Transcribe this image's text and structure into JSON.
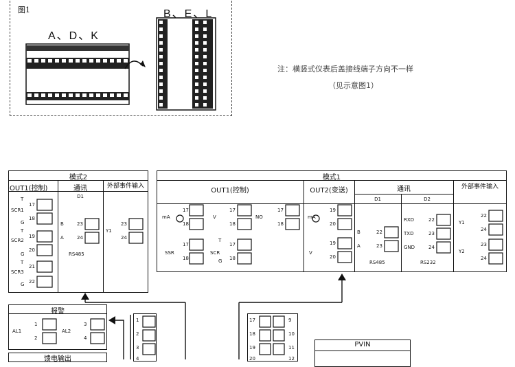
{
  "figure1": {
    "label": "图1",
    "group_left": "A、D、K",
    "group_right": "B、E、L",
    "note_line1": "注：横竖式仪表后盖接线端子方向不一样",
    "note_line2": "（见示意图1）"
  },
  "mode2": {
    "title": "模式2",
    "col_out1": "OUT1(控制)",
    "col_comm": "通讯",
    "col_ext": "外部事件输入",
    "sub_d1": "D1",
    "scr_labels": [
      "SCR1",
      "SCR2",
      "SCR3"
    ],
    "t_label": "T",
    "g_label": "G",
    "terms_left": [
      "17",
      "18",
      "19",
      "20",
      "21",
      "22"
    ],
    "b_label": "B",
    "a_label": "A",
    "terms_comm": [
      "23",
      "24"
    ],
    "rs485": "RS485",
    "y1": "Y1",
    "terms_ext": [
      "23",
      "24"
    ]
  },
  "mode1": {
    "title": "模式1",
    "col_out1": "OUT1(控制)",
    "col_out2": "OUT2(变送)",
    "col_comm": "通讯",
    "col_ext": "外部事件输入",
    "sub_d1": "D1",
    "sub_d2": "D2",
    "ma": "mA",
    "v": "V",
    "no": "NO",
    "ssr": "SSR",
    "scr": "SCR",
    "t_label": "T",
    "g_label": "G",
    "terms_17": "17",
    "terms_18": "18",
    "terms_19": "19",
    "terms_20": "20",
    "rxd": "RXD",
    "txd": "TXD",
    "gnd": "GND",
    "b_label": "B",
    "a_label": "A",
    "terms_22": "22",
    "terms_23": "23",
    "terms_24": "24",
    "rs485": "RS485",
    "rs232": "RS232",
    "y1": "Y1",
    "y2": "Y2"
  },
  "alarm": {
    "title": "报警",
    "al1": "AL1",
    "al2": "AL2",
    "terms": [
      "1",
      "2",
      "3",
      "4"
    ]
  },
  "relay": {
    "title": "馈电输出"
  },
  "strip_left": {
    "terms": [
      "1",
      "2",
      "3",
      "4"
    ]
  },
  "strip_right": {
    "terms_left": [
      "17",
      "18",
      "19",
      "20"
    ],
    "terms_right": [
      "9",
      "10",
      "11",
      "12"
    ]
  },
  "pvin": {
    "title": "PVIN"
  }
}
